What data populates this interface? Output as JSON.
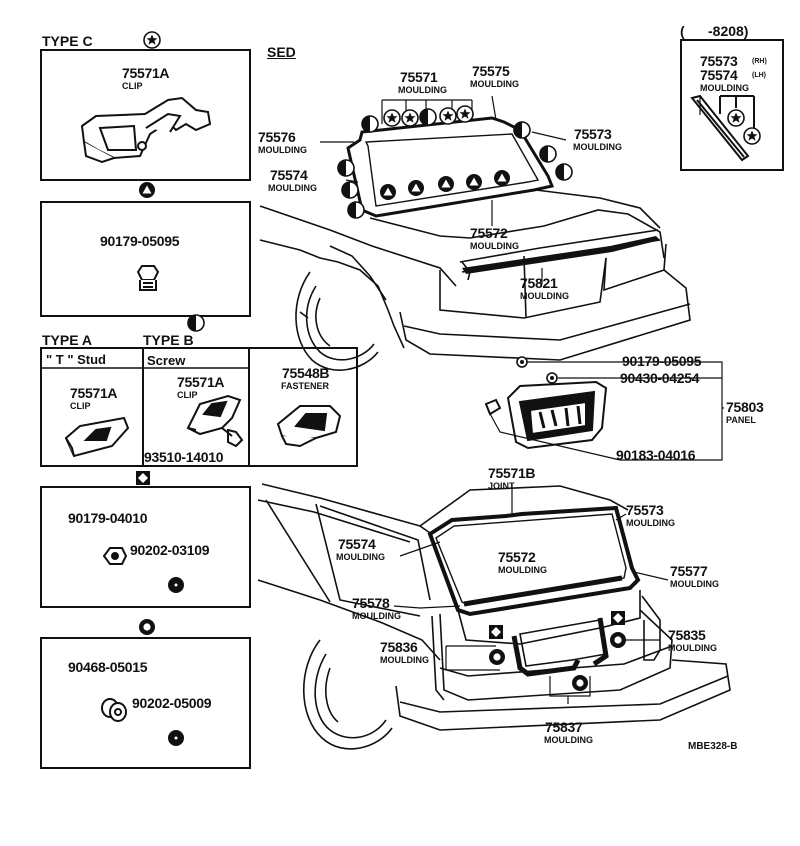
{
  "page": {
    "code": "MBE328-B"
  },
  "headers": {
    "type_c": "TYPE C",
    "sed": "SED",
    "type_a": "TYPE A",
    "type_b": "TYPE B",
    "t_stud": "\" T \" Stud",
    "screw": "Screw",
    "date_range": "(      -8208)"
  },
  "parts": {
    "p75571A_c": {
      "num": "75571A",
      "name": "CLIP"
    },
    "p90179_05095_box": {
      "num": "90179-05095"
    },
    "p75571A_a": {
      "num": "75571A",
      "name": "CLIP"
    },
    "p75571A_b": {
      "num": "75571A",
      "name": "CLIP"
    },
    "p93510": {
      "num": "93510-14010"
    },
    "p75548B": {
      "num": "75548B",
      "name": "FASTENER"
    },
    "p90179_04010": {
      "num": "90179-04010"
    },
    "p90202_03109": {
      "num": "90202-03109"
    },
    "p90468": {
      "num": "90468-05015"
    },
    "p90202_05009": {
      "num": "90202-05009"
    },
    "p75571": {
      "num": "75571",
      "name": "MOULDING"
    },
    "p75575": {
      "num": "75575",
      "name": "MOULDING"
    },
    "p75576": {
      "num": "75576",
      "name": "MOULDING"
    },
    "p75573_sed": {
      "num": "75573",
      "name": "MOULDING"
    },
    "p75574_sed": {
      "num": "75574",
      "name": "MOULDING"
    },
    "p75572_sed": {
      "num": "75572",
      "name": "MOULDING"
    },
    "p75821": {
      "num": "75821",
      "name": "MOULDING"
    },
    "p75573_rh": {
      "num": "75573",
      "side": "(RH)"
    },
    "p75574_lh": {
      "num": "75574",
      "side": "(LH)"
    },
    "p75573_74_name": {
      "name": "MOULDING"
    },
    "p90179_05095": {
      "num": "90179-05095"
    },
    "p90430": {
      "num": "90430-04254"
    },
    "p75803": {
      "num": "75803",
      "name": "PANEL"
    },
    "p90183": {
      "num": "90183-04016"
    },
    "p75571B": {
      "num": "75571B",
      "name": "JOINT"
    },
    "p75573_wag": {
      "num": "75573",
      "name": "MOULDING"
    },
    "p75574_wag": {
      "num": "75574",
      "name": "MOULDING"
    },
    "p75572_wag": {
      "num": "75572",
      "name": "MOULDING"
    },
    "p75577": {
      "num": "75577",
      "name": "MOULDING"
    },
    "p75578": {
      "num": "75578",
      "name": "MOULDING"
    },
    "p75836": {
      "num": "75836",
      "name": "MOULDING"
    },
    "p75835": {
      "num": "75835",
      "name": "MOULDING"
    },
    "p75837": {
      "num": "75837",
      "name": "MOULDING"
    }
  }
}
